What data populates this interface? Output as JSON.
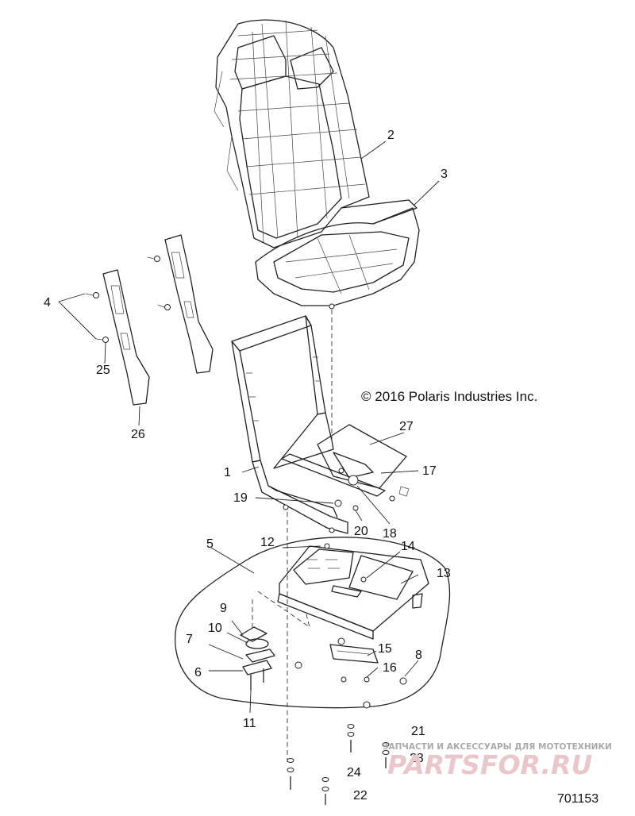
{
  "copyright": "© 2016 Polaris Industries Inc.",
  "figure_number": "701153",
  "watermark": {
    "subtitle": "ЗАПЧАСТИ И АКСЕССУАРЫ ДЛЯ МОТОТЕХНИКИ",
    "brand": "PARTSFOR.RU"
  },
  "callouts": [
    "1",
    "2",
    "3",
    "4",
    "5",
    "6",
    "7",
    "8",
    "9",
    "10",
    "11",
    "12",
    "13",
    "14",
    "15",
    "16",
    "17",
    "18",
    "19",
    "20",
    "21",
    "22",
    "23",
    "24",
    "25",
    "26",
    "27"
  ]
}
